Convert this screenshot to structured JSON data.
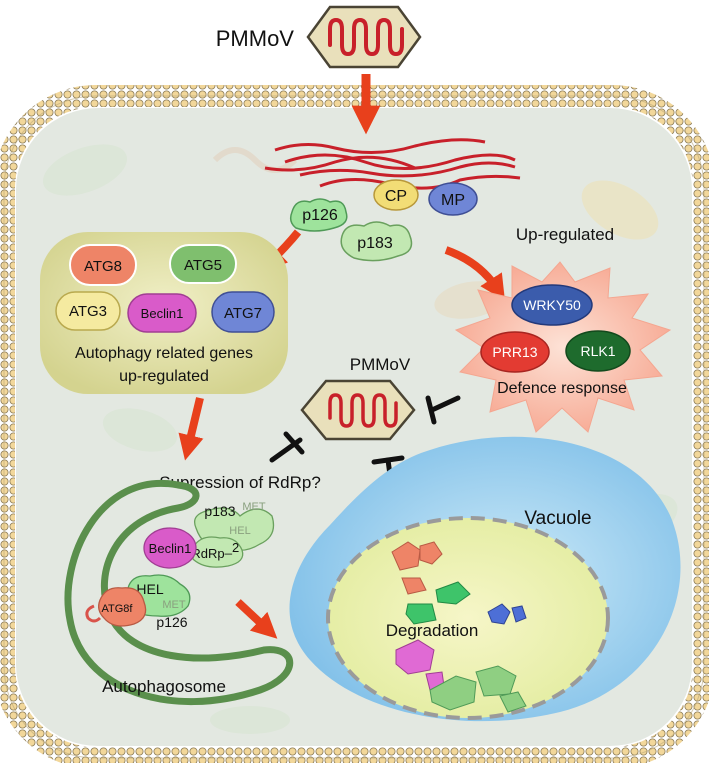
{
  "labels": {
    "virus_top": "PMMoV",
    "virus_center": "PMMoV",
    "up_regulated": "Up-regulated",
    "defence_response": "Defence response",
    "autophagy_line1": "Autophagy related genes",
    "autophagy_line2": "up-regulated",
    "suppression": "Supression of RdRp?",
    "vacuole": "Vacuole",
    "degradation": "Degradation",
    "autophagosome": "Autophagosome"
  },
  "viral_proteins": {
    "p126": "p126",
    "cp": "CP",
    "mp": "MP",
    "p183": "p183"
  },
  "atg_genes": {
    "atg8": "ATG8",
    "atg5": "ATG5",
    "atg3": "ATG3",
    "beclin1": "Beclin1",
    "atg7": "ATG7"
  },
  "defence_genes": {
    "wrky50": "WRKY50",
    "prr13": "PRR13",
    "rlk1": "RLK1"
  },
  "autophagosome_complex": {
    "p183": "p183",
    "met_top": "MET",
    "hel_top": "HEL",
    "beclin1": "Beclin1",
    "rdrp": "RdRp",
    "rdrp_suffix": "_2",
    "hel": "HEL",
    "atg8f": "ATG8f",
    "met": "MET",
    "p126": "p126"
  },
  "colors": {
    "virus_red": "#c8202a",
    "arrow_red": "#e8401c",
    "cell_fill": "#e3e8e1",
    "membrane": "#f2d79a",
    "autophagy_box": "#e0dfa6",
    "defence_burst": "#f8b8a6",
    "vacuole": "#a9d7f2",
    "autophagosome_green": "#5a8f4c",
    "protein_green": "#9fd98e",
    "protein_yellow": "#f2dd76",
    "protein_blue": "#6f86d6",
    "protein_magenta": "#d95bc9",
    "protein_salmon": "#ee8467"
  }
}
